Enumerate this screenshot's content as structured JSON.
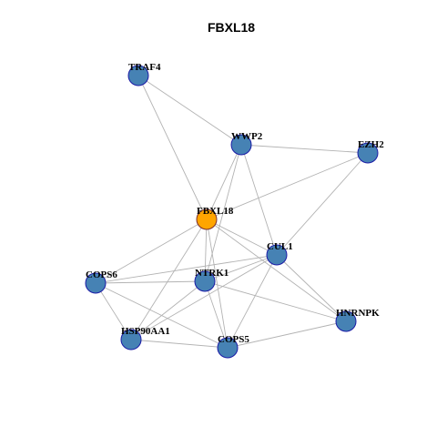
{
  "title": "FBXL18",
  "colors": {
    "node_fill": "#4682b4",
    "node_stroke": "#1a1aa6",
    "highlight_fill": "#ffa500",
    "highlight_stroke": "#7a2e2e",
    "edge": "#b3b3b3"
  },
  "nodes": [
    {
      "id": "TRAF4",
      "label": "TRAF4",
      "highlight": false
    },
    {
      "id": "WWP2",
      "label": "WWP2",
      "highlight": false
    },
    {
      "id": "EZH2",
      "label": "EZH2",
      "highlight": false
    },
    {
      "id": "FBXL18",
      "label": "FBXL18",
      "highlight": true
    },
    {
      "id": "CUL1",
      "label": "CUL1",
      "highlight": false
    },
    {
      "id": "COPS6",
      "label": "COPS6",
      "highlight": false
    },
    {
      "id": "NTRK1",
      "label": "NTRK1",
      "highlight": false
    },
    {
      "id": "HNRNPK",
      "label": "HNRNPK",
      "highlight": false
    },
    {
      "id": "HSP90AA1",
      "label": "HSP90AA1",
      "highlight": false
    },
    {
      "id": "COPS5",
      "label": "COPS5",
      "highlight": false
    }
  ],
  "edges": [
    [
      "TRAF4",
      "WWP2"
    ],
    [
      "TRAF4",
      "FBXL18"
    ],
    [
      "WWP2",
      "EZH2"
    ],
    [
      "WWP2",
      "FBXL18"
    ],
    [
      "WWP2",
      "CUL1"
    ],
    [
      "WWP2",
      "NTRK1"
    ],
    [
      "EZH2",
      "FBXL18"
    ],
    [
      "EZH2",
      "CUL1"
    ],
    [
      "FBXL18",
      "CUL1"
    ],
    [
      "FBXL18",
      "COPS6"
    ],
    [
      "FBXL18",
      "NTRK1"
    ],
    [
      "FBXL18",
      "HNRNPK"
    ],
    [
      "FBXL18",
      "HSP90AA1"
    ],
    [
      "FBXL18",
      "COPS5"
    ],
    [
      "CUL1",
      "COPS6"
    ],
    [
      "CUL1",
      "NTRK1"
    ],
    [
      "CUL1",
      "HNRNPK"
    ],
    [
      "CUL1",
      "HSP90AA1"
    ],
    [
      "CUL1",
      "COPS5"
    ],
    [
      "COPS6",
      "NTRK1"
    ],
    [
      "COPS6",
      "HSP90AA1"
    ],
    [
      "COPS6",
      "COPS5"
    ],
    [
      "NTRK1",
      "HNRNPK"
    ],
    [
      "NTRK1",
      "HSP90AA1"
    ],
    [
      "NTRK1",
      "COPS5"
    ],
    [
      "HNRNPK",
      "COPS5"
    ],
    [
      "HSP90AA1",
      "COPS5"
    ]
  ]
}
